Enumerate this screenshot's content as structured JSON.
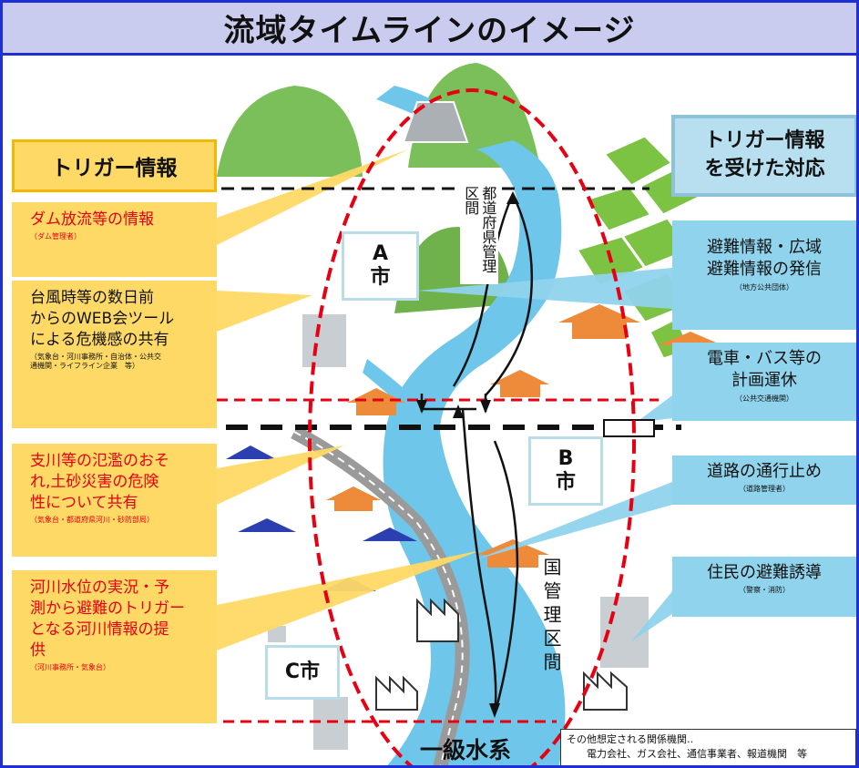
{
  "title": "流域タイムラインのイメージ",
  "left_header": "トリガー情報",
  "right_header": [
    "トリガー情報",
    "を受けた対応"
  ],
  "left_items": [
    {
      "lines": [
        "ダム放流等の情報"
      ],
      "sub": [
        "（ダム管理者）"
      ],
      "color": "#e60012"
    },
    {
      "lines": [
        "台風時等の数日前",
        "からのWEB会ツール",
        "による危機感の共有"
      ],
      "sub": [
        "（気象台・河川事務所・自治体・公共交",
        "通機関・ライフライン企業　等）"
      ],
      "color": "#111111"
    },
    {
      "lines": [
        "支川等の氾濫のおそ",
        "れ,土砂災害の危険",
        "性について共有"
      ],
      "sub": [
        "（気象台・都道府県河川・砂防部局）"
      ],
      "color": "#e60012"
    },
    {
      "lines": [
        "河川水位の実況・予",
        "測から避難のトリガー",
        "となる河川情報の提",
        "供"
      ],
      "sub": [
        "（河川事務所・気象台）"
      ],
      "color": "#e60012"
    }
  ],
  "right_items": [
    {
      "lines": [
        "避難情報・広域",
        "避難情報の発信"
      ],
      "sub": [
        "（地方公共団体）"
      ]
    },
    {
      "lines": [
        "電車・バス等の",
        "計画運休"
      ],
      "sub": [
        "（公共交通機関）"
      ]
    },
    {
      "lines": [
        "道路の通行止め"
      ],
      "sub": [
        "（道路管理者）"
      ]
    },
    {
      "lines": [
        "住民の避難誘導"
      ],
      "sub": [
        "（警察・消防）"
      ]
    }
  ],
  "cities": {
    "a": [
      "A",
      "市"
    ],
    "b": [
      "B",
      "市"
    ],
    "c": "C市"
  },
  "pref_section": "都道府県管理区間",
  "nat_section": "国管理区間",
  "river_system": "一級水系",
  "note": [
    "その他想定される関係機関‥",
    "電力会社、ガス会社、通信事業者、報道機関　等"
  ],
  "colors": {
    "frame": "#1f2fd6",
    "title_bg": "#c9ccee",
    "left_box": "#ffd966",
    "right_box": "#8fd3ec",
    "river": "#6ec6ea",
    "hill": "#7bbf5a",
    "ellipse": "#e60012",
    "alert_text": "#e60012"
  }
}
